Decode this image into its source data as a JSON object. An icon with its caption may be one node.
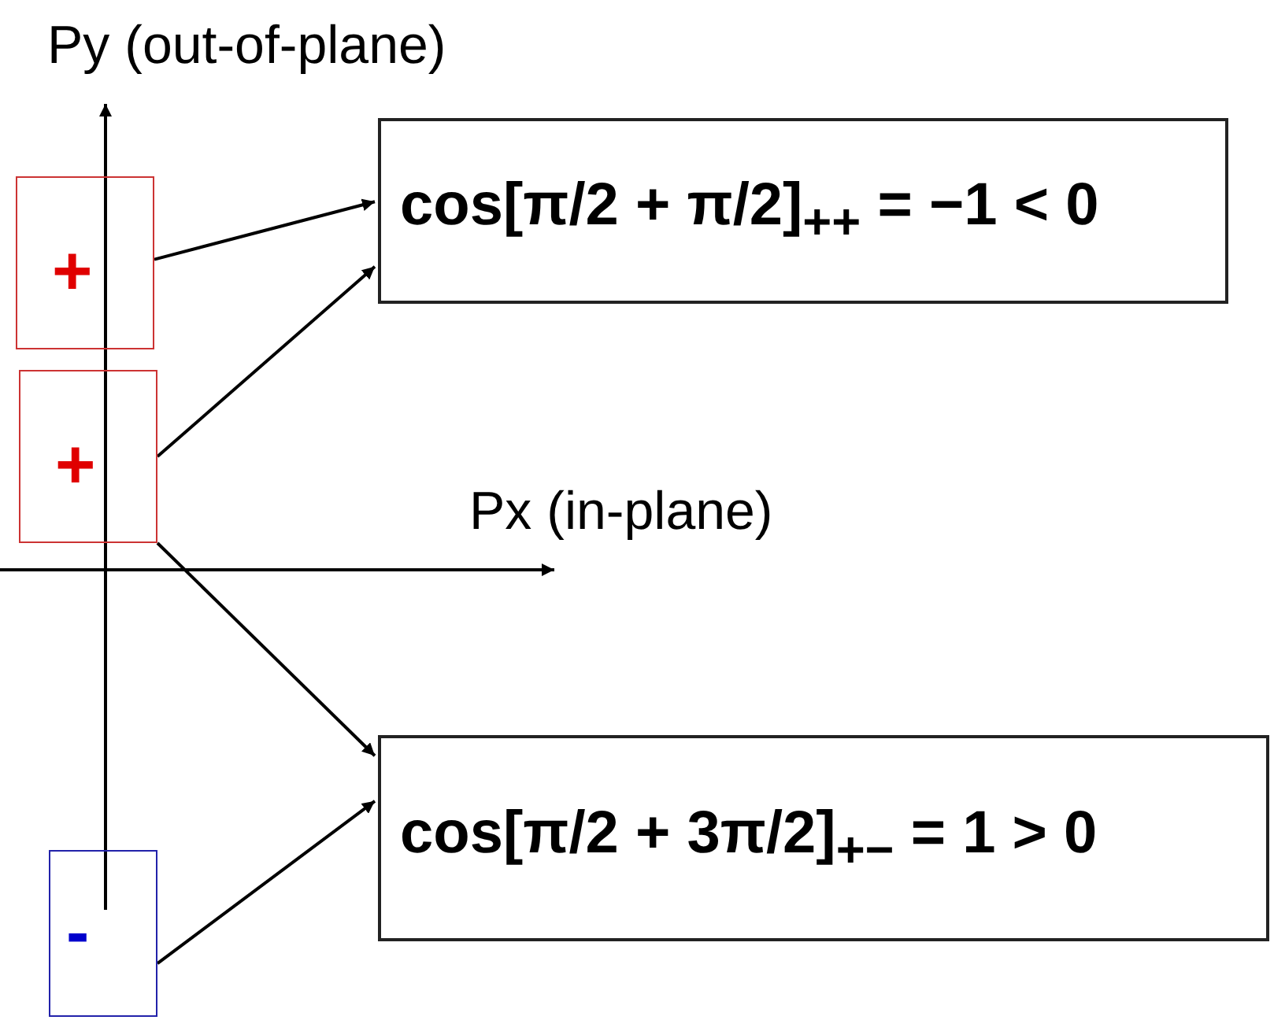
{
  "diagram": {
    "nodes": [
      {
        "text": [
          "+"
        ]
      },
      {
        "text": [
          "+"
        ]
      },
      {
        "text": [
          "-"
        ]
      },
      {
        "text": [
          "cos[π/2 + π/2]$_{++}$ = −1 < 0"
        ]
      },
      {
        "text": [
          "cos[π/2 + 3π/2]$_{+−}$ = 1 > 0"
        ]
      }
    ],
    "edges": [
      {
        "from": 0,
        "to": 3,
        "arrow": "to"
      },
      {
        "from": 1,
        "to": 3,
        "arrow": "to"
      },
      {
        "from": 1,
        "to": 4,
        "arrow": "to"
      },
      {
        "from": 2,
        "to": 4,
        "arrow": "to"
      }
    ],
    "labels": [
      "Py (out-of-plane)",
      "Px (in-plane)"
    ]
  }
}
